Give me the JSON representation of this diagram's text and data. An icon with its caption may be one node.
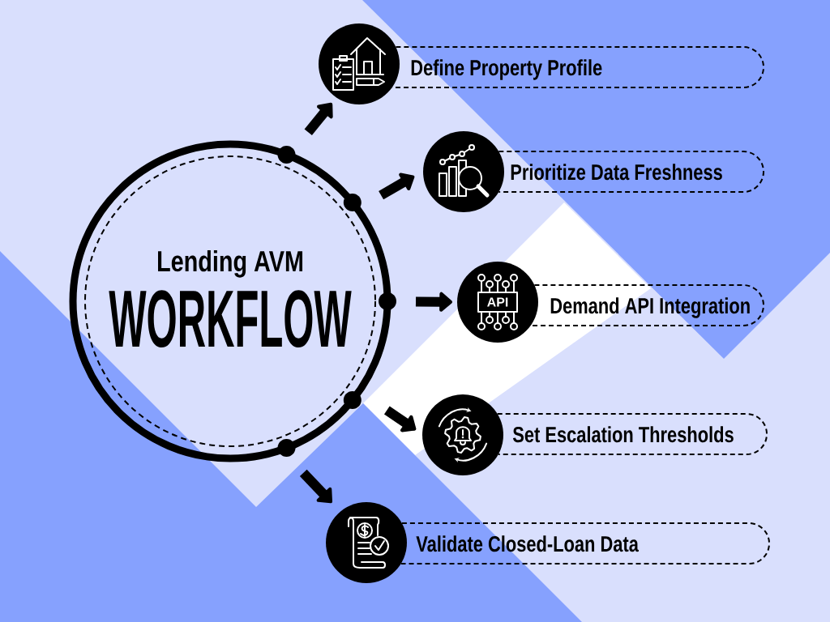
{
  "diagram": {
    "nodes": [
      {
        "text": [
          "Lending AVM",
          "WORKFLOW"
        ]
      },
      {
        "text": [],
        "shape": "picture"
      },
      {
        "text": [
          "Define Property Profile"
        ]
      },
      {
        "text": [],
        "shape": "picture"
      },
      {
        "text": [
          "Prioritize Data Freshness"
        ]
      },
      {
        "text": [
          "API"
        ]
      },
      {
        "text": [
          "Demand API Integration"
        ]
      },
      {
        "text": [],
        "shape": "picture"
      },
      {
        "text": [
          "Set Escalation Thresholds"
        ]
      },
      {
        "text": [],
        "shape": "picture"
      },
      {
        "text": [
          "Validate Closed-Loan Data"
        ]
      }
    ],
    "edges": [
      {
        "from": 0,
        "to": 1,
        "arrow": "to"
      },
      {
        "from": 0,
        "to": 3,
        "arrow": "to"
      },
      {
        "from": 0,
        "to": 5,
        "arrow": "to"
      },
      {
        "from": 0,
        "to": 7,
        "arrow": "to"
      },
      {
        "from": 0,
        "to": 9,
        "arrow": "to"
      }
    ]
  }
}
